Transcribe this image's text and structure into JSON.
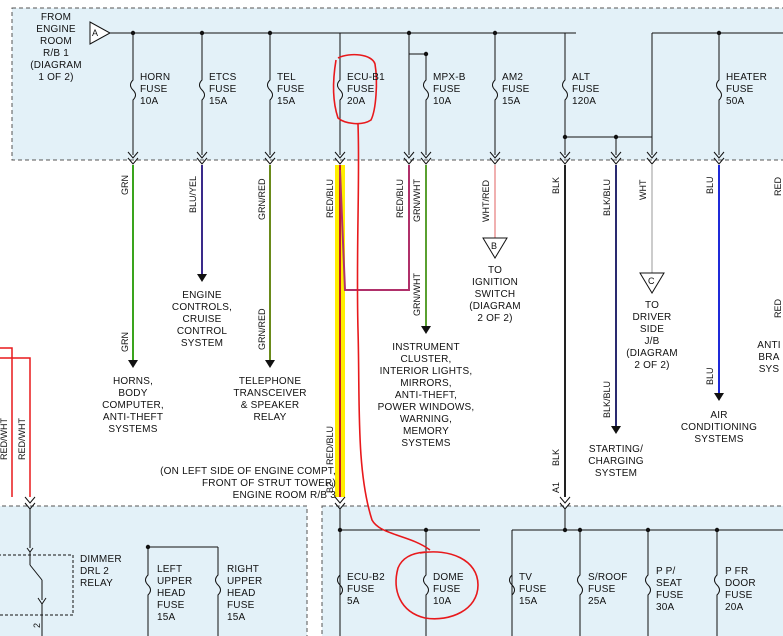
{
  "top_box": {
    "source": "FROM\nENGINE\nROOM\nR/B 1\n(DIAGRAM\n1 OF 2)",
    "connector": "A",
    "fuses": [
      {
        "name": "HORN\nFUSE\n10A"
      },
      {
        "name": "ETCS\nFUSE\n15A"
      },
      {
        "name": "TEL\nFUSE\n15A"
      },
      {
        "name": "ECU-B1\nFUSE\n20A"
      },
      {
        "name": "MPX-B\nFUSE\n10A"
      },
      {
        "name": "AM2\nFUSE\n15A"
      },
      {
        "name": "ALT\nFUSE\n120A"
      },
      {
        "name": "HEATER\nFUSE\n50A"
      }
    ]
  },
  "wires": {
    "grn": "GRN",
    "blu_yel": "BLU/YEL",
    "grn_red": "GRN/RED",
    "red_blu": "RED/BLU",
    "grn_wht": "GRN/WHT",
    "wht_red": "WHT/RED",
    "blk": "BLK",
    "blk_blu": "BLK/BLU",
    "wht": "WHT",
    "blu": "BLU",
    "red": "RED",
    "red_wht": "RED/WHT",
    "pin_b2": "B2",
    "pin_a1": "A1",
    "pin_2": "2"
  },
  "connectors": {
    "b": "B",
    "c": "C"
  },
  "destinations": {
    "horns": "HORNS,\nBODY\nCOMPUTER,\nANTI-THEFT\nSYSTEMS",
    "engine_controls": "ENGINE\nCONTROLS,\nCRUISE\nCONTROL\nSYSTEM",
    "telephone": "TELEPHONE\nTRANSCEIVER\n& SPEAKER\nRELAY",
    "instrument": "INSTRUMENT\nCLUSTER,\nINTERIOR LIGHTS,\nMIRRORS,\nANTI-THEFT,\nPOWER WINDOWS,\nWARNING,\nMEMORY\nSYSTEMS",
    "ignition": "TO\nIGNITION\nSWITCH\n(DIAGRAM\n2 OF 2)",
    "starting": "STARTING/\nCHARGING\nSYSTEM",
    "driver_jb": "TO\nDRIVER\nSIDE\nJ/B\n(DIAGRAM\n2 OF 2)",
    "air_cond": "AIR\nCONDITIONING\nSYSTEMS",
    "anti_partial": "ANTI\nBRA\nSYS"
  },
  "note": "(ON LEFT SIDE OF ENGINE COMPT,\nFRONT OF STRUT TOWER)\nENGINE ROOM R/B 3",
  "bottom_box": {
    "relay": "DIMMER\nDRL 2\nRELAY",
    "fuses_left": [
      {
        "name": "LEFT\nUPPER\nHEAD\nFUSE\n15A"
      },
      {
        "name": "RIGHT\nUPPER\nHEAD\nFUSE\n15A"
      }
    ],
    "fuses_right": [
      {
        "name": "ECU-B2\nFUSE\n5A"
      },
      {
        "name": "DOME\nFUSE\n10A"
      },
      {
        "name": "TV\nFUSE\n15A"
      },
      {
        "name": "S/ROOF\nFUSE\n25A"
      },
      {
        "name": "P P/\nSEAT\nFUSE\n30A"
      },
      {
        "name": "P FR\nDOOR\nFUSE\n20A"
      }
    ]
  },
  "colors": {
    "box_fill": "#e3f1f8",
    "wire_grn": "#3aa41d",
    "wire_blu_yel": "#3a2a8a",
    "wire_grn_red": "#6a8a1a",
    "wire_red_blu": "#c0192a",
    "highlight": "#ffee00",
    "wire_wht_red": "#f0b0b0",
    "wire_blk": "#222222",
    "wire_blk_blu": "#2a2a70",
    "wire_wht": "#cccccc",
    "wire_blu": "#1f2ad8",
    "annotation": "#e8191c",
    "wire_grn_wht": "#b0306a"
  }
}
